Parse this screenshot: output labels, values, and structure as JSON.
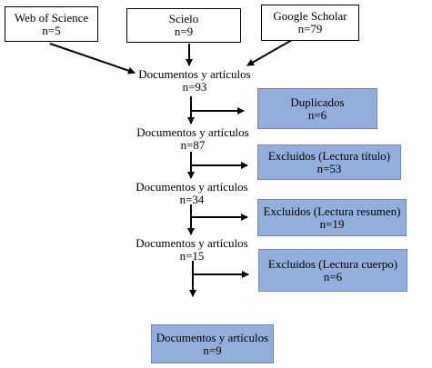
{
  "sources": [
    {
      "name": "Web of Science",
      "count": "n=5"
    },
    {
      "name": "Scielo",
      "count": "n=9"
    },
    {
      "name": "Google Scholar",
      "count": "n=79"
    }
  ],
  "stages": [
    {
      "label": "Documentos y artículos",
      "count": "n=93"
    },
    {
      "label": "Documentos y artículos",
      "count": "n=87"
    },
    {
      "label": "Documentos y artículos",
      "count": "n=34"
    },
    {
      "label": "Documentos y artículos",
      "count": "n=15"
    }
  ],
  "exclusions": [
    {
      "label": "Duplicados",
      "count": "n=6"
    },
    {
      "label": "Excluidos (Lectura título)",
      "count": "n=53"
    },
    {
      "label": "Excluidos (Lectura resumen)",
      "count": "n=19"
    },
    {
      "label": "Excluidos (Lectura cuerpo)",
      "count": "n=6"
    }
  ],
  "result": {
    "label": "Documentos y artículos",
    "count": "n=9"
  },
  "colors": {
    "exclusion_fill": "#94aedc",
    "line": "#000000"
  }
}
